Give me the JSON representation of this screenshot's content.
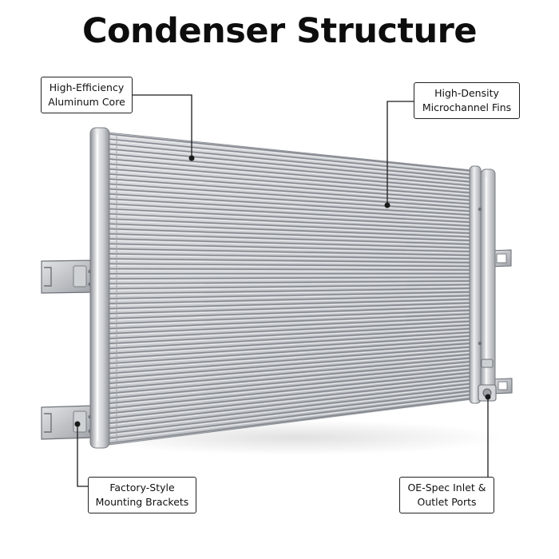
{
  "title": "Condenser Structure",
  "callouts": {
    "core": {
      "line1": "High-Efficiency",
      "line2": "Aluminum Core"
    },
    "fins": {
      "line1": "High-Density",
      "line2": "Microchannel Fins"
    },
    "brackets": {
      "line1": "Factory-Style",
      "line2": "Mounting Brackets"
    },
    "ports": {
      "line1": "OE-Spec Inlet &",
      "line2": "Outlet Ports"
    }
  },
  "colors": {
    "background": "#ffffff",
    "aluminum_light": "#e6e7e9",
    "aluminum_mid": "#b9bcc0",
    "aluminum_dark": "#7d8187",
    "leader_line": "#1a1a1a"
  }
}
